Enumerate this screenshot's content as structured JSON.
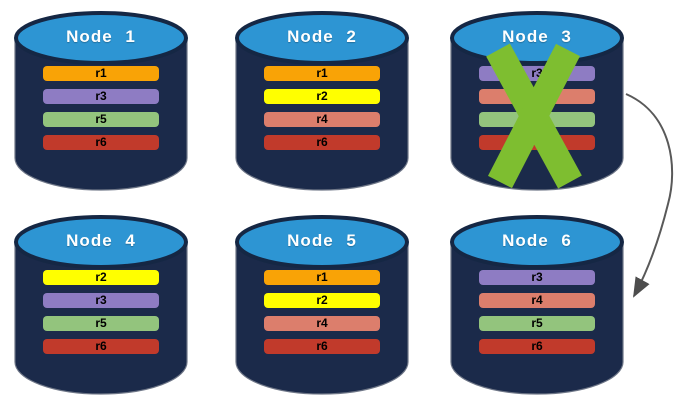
{
  "diagram": {
    "description": "Six database nodes holding replica partitions; Node 3 has failed (green X) and an arrow shows its replicas served by Node 6",
    "colors": {
      "background": "#FFFFFF",
      "cylinder_body": "#1B2A4A",
      "cylinder_top": "#2D95D3",
      "cylinder_border": "#152744",
      "title_text": "#FFFFFF",
      "bar_text": "#000000",
      "failure_x": "#7EBE30",
      "arrow": "#595959"
    },
    "replica_colors": {
      "r1": "#F9A306",
      "r2": "#FFFF00",
      "r3": "#8E7CC3",
      "r4": "#DC7E6C",
      "r5": "#93C47D",
      "r6": "#C13A2B"
    },
    "nodes": [
      {
        "label": "Node 1",
        "replicas": [
          "r1",
          "r3",
          "r5",
          "r6"
        ],
        "failed": false
      },
      {
        "label": "Node 2",
        "replicas": [
          "r1",
          "r2",
          "r4",
          "r6"
        ],
        "failed": false
      },
      {
        "label": "Node 3",
        "replicas": [
          "r3",
          "r4",
          "r5",
          "r6"
        ],
        "failed": true
      },
      {
        "label": "Node 4",
        "replicas": [
          "r2",
          "r3",
          "r5",
          "r6"
        ],
        "failed": false
      },
      {
        "label": "Node 5",
        "replicas": [
          "r1",
          "r2",
          "r4",
          "r6"
        ],
        "failed": false
      },
      {
        "label": "Node 6",
        "replicas": [
          "r3",
          "r4",
          "r5",
          "r6"
        ],
        "failed": false
      }
    ],
    "arrow": {
      "from": "Node 3",
      "to": "Node 6"
    }
  }
}
